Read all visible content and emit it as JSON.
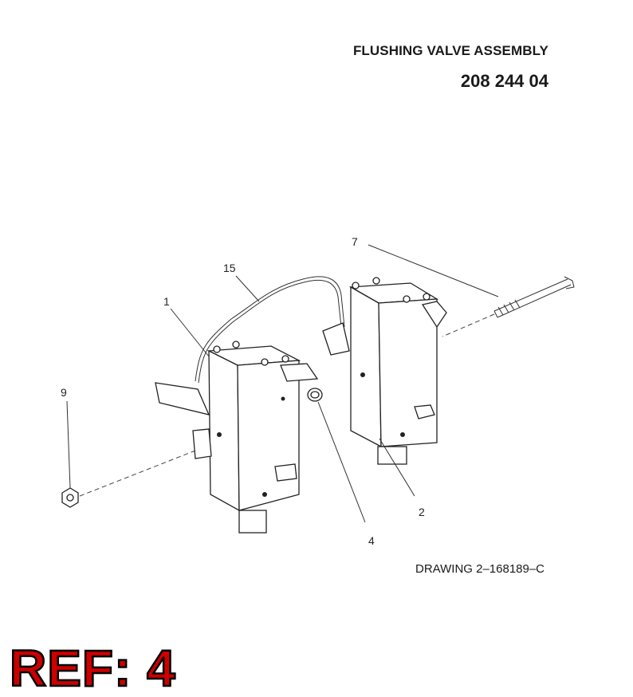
{
  "header": {
    "title": "FLUSHING VALVE ASSEMBLY",
    "part_number": "208 244 04"
  },
  "drawing_id": "DRAWING 2–168189–C",
  "ref_label": "REF: 4",
  "callouts": {
    "c1": "1",
    "c2": "2",
    "c4": "4",
    "c7": "7",
    "c9": "9",
    "c15": "15"
  }
}
